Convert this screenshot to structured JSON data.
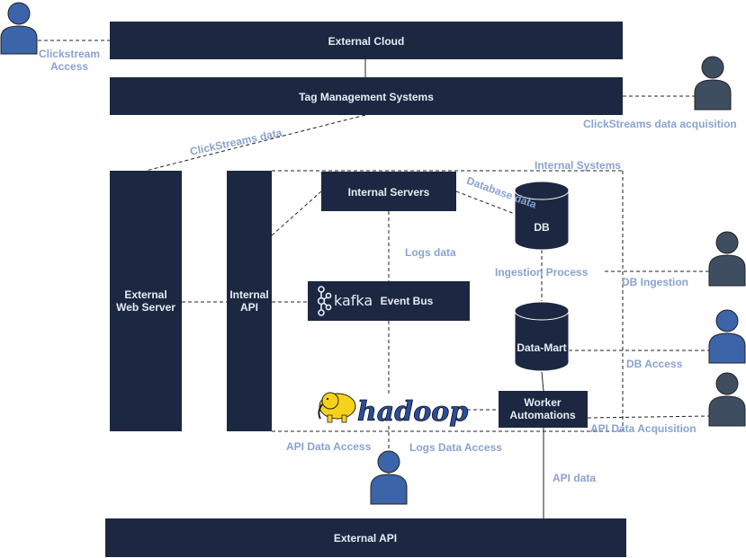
{
  "colors": {
    "box_fill": "#1c2841",
    "text_light": "#e6ecf5",
    "edge_label": "#8aa2d0",
    "line": "#222222",
    "actor_dark": "#3f4d60",
    "actor_blue": "#3c64a8",
    "hadoop_yellow": "#f7d21c",
    "hadoop_blue": "#2a4d9c"
  },
  "nodes": {
    "external_cloud": "External Cloud",
    "tag_management": "Tag Management Systems",
    "external_web_server": [
      "External",
      "Web Server"
    ],
    "internal_api": [
      "Internal",
      "API"
    ],
    "internal_servers": "Internal Servers",
    "event_bus": "Event Bus",
    "kafka_logo": "kafka",
    "db": "DB",
    "data_mart": "Data-Mart",
    "worker_automations": [
      "Worker",
      "Automations"
    ],
    "hadoop_logo": "hadoop",
    "external_api": "External API"
  },
  "edge_labels": {
    "clickstream_access": [
      "Clickstream",
      "Access"
    ],
    "clickstreams_acquisition": "ClickStreams data acquisition",
    "clickstreams_data": "ClickStreams data",
    "internal_systems": "Internal Systems",
    "database_data": "Database data",
    "logs_data": "Logs data",
    "ingestion_process": "Ingestion Process",
    "db_ingestion": "DB Ingestion",
    "db_access": "DB Access",
    "api_data_acquisition": "API Data Acquisition",
    "api_data_access": "API Data Access",
    "logs_data_access": "Logs Data Access",
    "api_data": "API data"
  },
  "actors": [
    {
      "name": "clickstream-user",
      "color": "actor_blue"
    },
    {
      "name": "clickstream-acquisition-user",
      "color": "actor_dark"
    },
    {
      "name": "db-ingestion-user",
      "color": "actor_dark"
    },
    {
      "name": "db-access-user",
      "color": "actor_blue"
    },
    {
      "name": "api-acquisition-user",
      "color": "actor_dark"
    },
    {
      "name": "logs-access-user",
      "color": "actor_blue"
    }
  ]
}
